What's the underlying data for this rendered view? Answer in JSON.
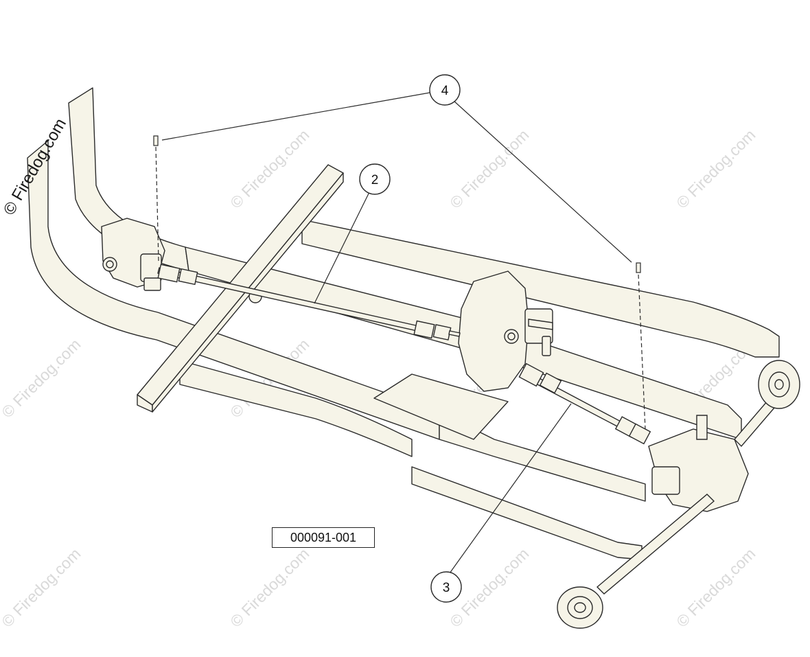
{
  "figure": {
    "id": "000091-001"
  },
  "callouts": [
    {
      "number": "2"
    },
    {
      "number": "3"
    },
    {
      "number": "4"
    }
  ],
  "watermark": {
    "text": "© Firedog.com"
  },
  "colors": {
    "line": "#2a2a2a",
    "fill": "#f6f4e8",
    "watermark": "#d9d9d9",
    "background": "#ffffff"
  }
}
